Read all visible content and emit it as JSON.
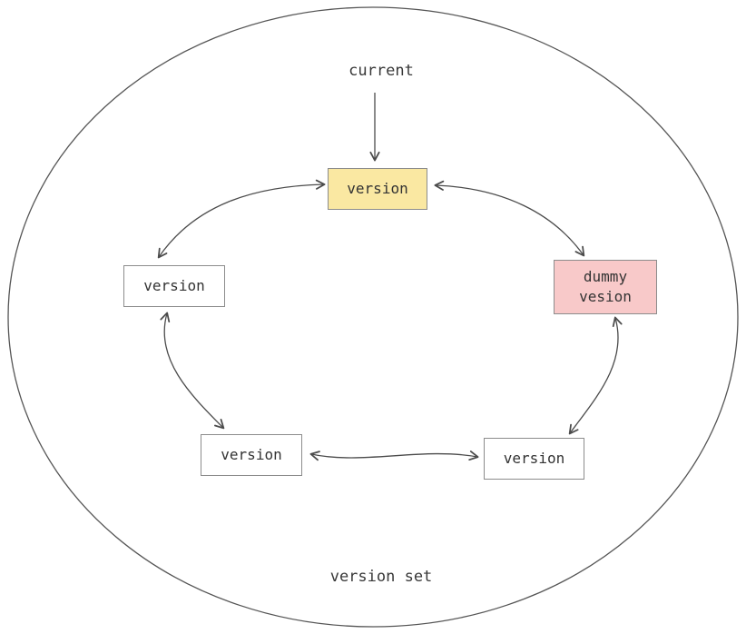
{
  "diagram": {
    "pointer_label": "current",
    "container_label": "version set",
    "nodes": {
      "top": {
        "label": "version",
        "fill": "#FAE8A2"
      },
      "left": {
        "label": "version",
        "fill": "#FFFFFF"
      },
      "dummy": {
        "label": "dummy\nvesion",
        "fill": "#F8C9C9"
      },
      "bottom_left": {
        "label": "version",
        "fill": "#FFFFFF"
      },
      "bottom_right": {
        "label": "version",
        "fill": "#FFFFFF"
      }
    },
    "colors": {
      "edge_stroke": "#4b4b4b",
      "ellipse_stroke": "#555555",
      "node_border": "#8c8c8c",
      "text": "#333333"
    }
  }
}
